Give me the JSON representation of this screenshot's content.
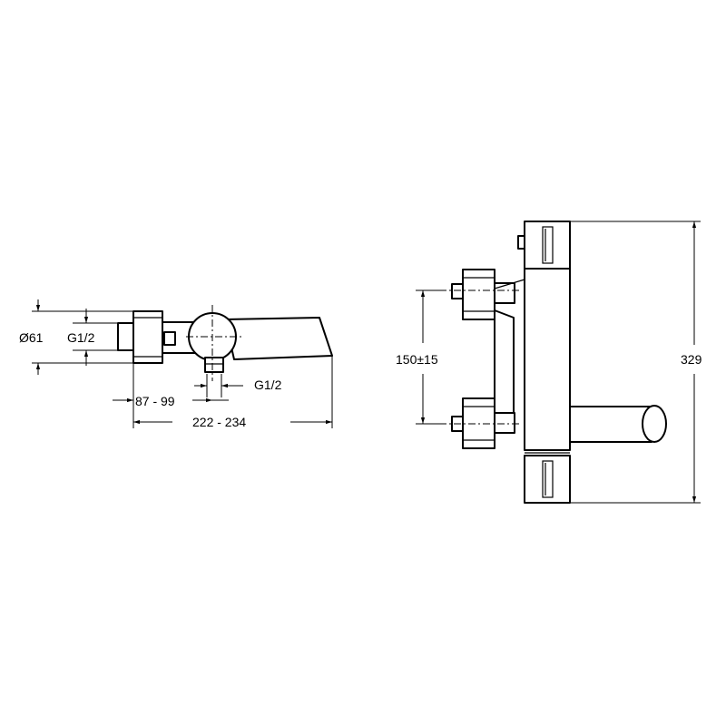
{
  "side_view": {
    "dia_label": "Ø61",
    "inlet_thread_label": "G1/2",
    "outlet_thread_label": "G1/2",
    "offset_label": "87 - 99",
    "length_label": "222 - 234"
  },
  "front_view": {
    "inlet_spacing_label": "150±15",
    "height_label": "329"
  }
}
